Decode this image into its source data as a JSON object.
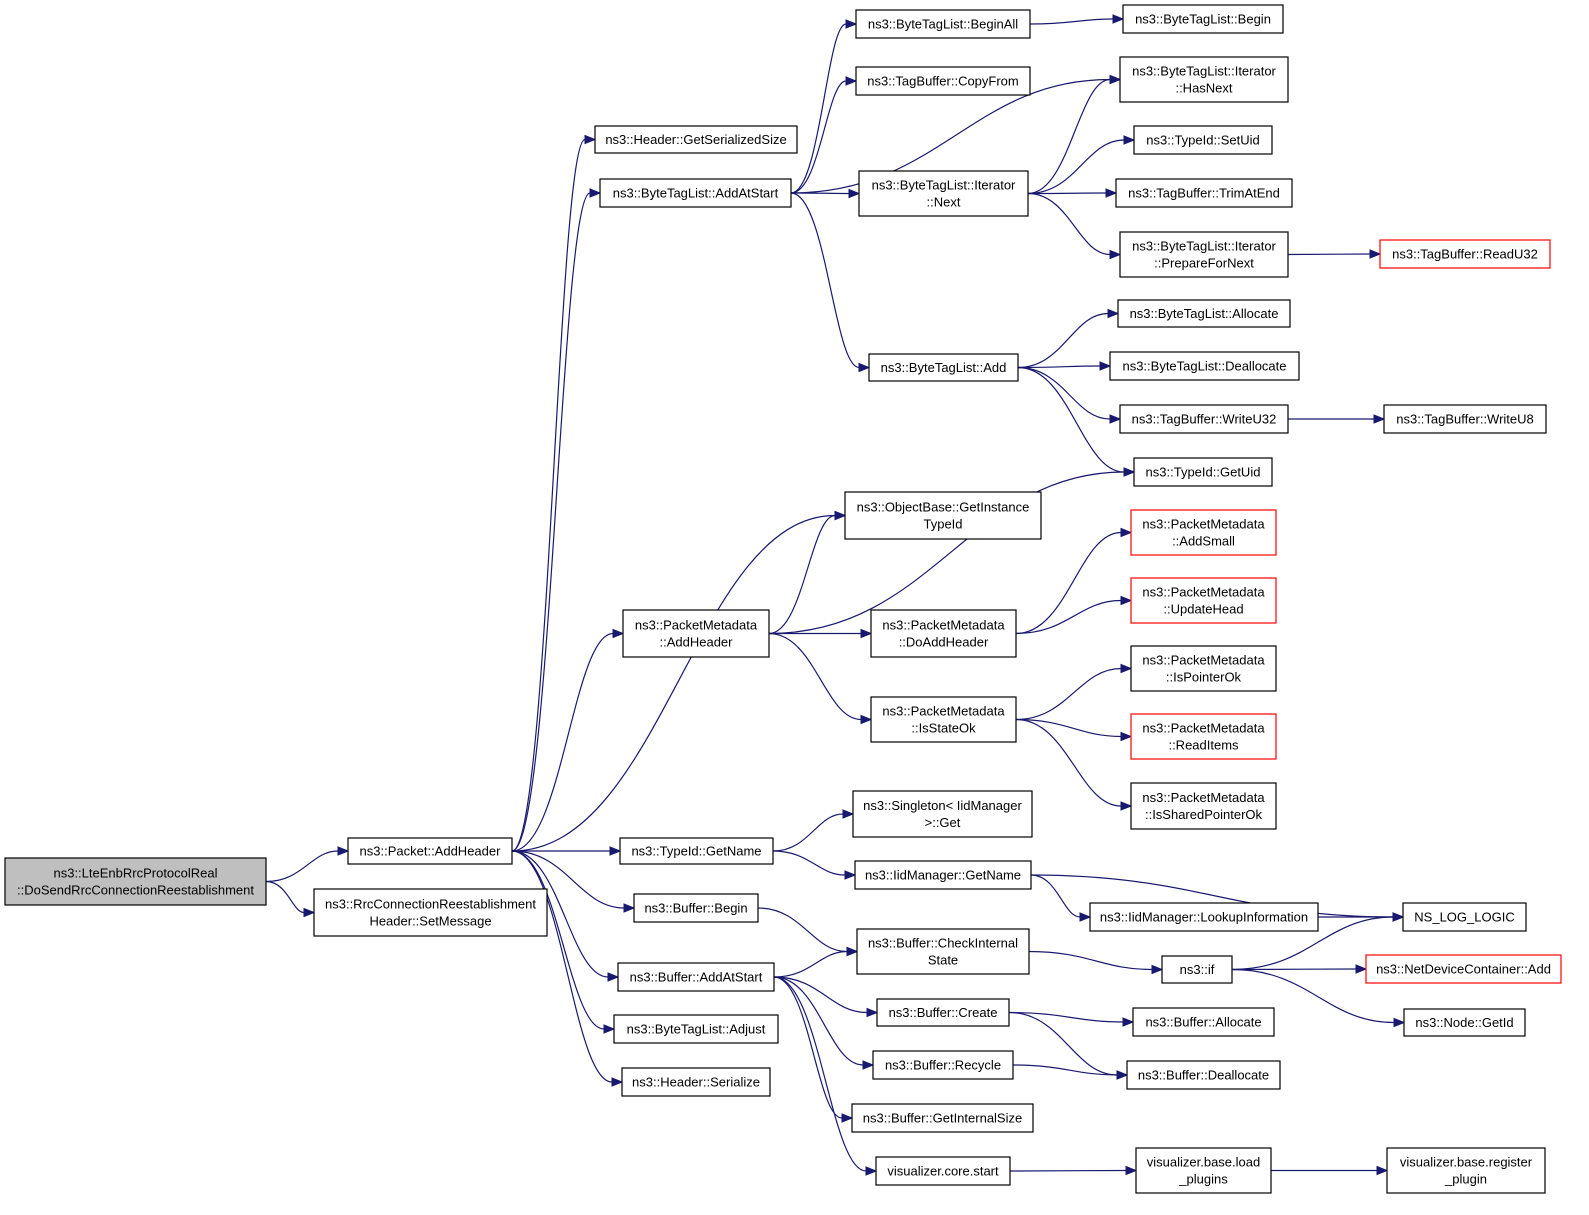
{
  "diagram": {
    "type": "call-graph",
    "colors": {
      "edge": "#191970",
      "node_border": "#000000",
      "incomplete_node_border": "#ff0000",
      "root_fill": "#bfbfbf",
      "node_fill": "#ffffff"
    },
    "nodes": [
      {
        "id": "root",
        "lines": [
          "ns3::LteEnbRrcProtocolReal",
          "::DoSendRrcConnectionReestablishment"
        ],
        "style": "root"
      },
      {
        "id": "addHeader",
        "lines": [
          "ns3::Packet::AddHeader"
        ]
      },
      {
        "id": "setMessage",
        "lines": [
          "ns3::RrcConnectionReestablishment",
          "Header::SetMessage"
        ]
      },
      {
        "id": "getSerializedSize",
        "lines": [
          "ns3::Header::GetSerializedSize"
        ]
      },
      {
        "id": "btlAddAtStart",
        "lines": [
          "ns3::ByteTagList::AddAtStart"
        ]
      },
      {
        "id": "btlBeginAll",
        "lines": [
          "ns3::ByteTagList::BeginAll"
        ]
      },
      {
        "id": "btlBegin",
        "lines": [
          "ns3::ByteTagList::Begin"
        ]
      },
      {
        "id": "tbCopyFrom",
        "lines": [
          "ns3::TagBuffer::CopyFrom"
        ]
      },
      {
        "id": "itHasNext",
        "lines": [
          "ns3::ByteTagList::Iterator",
          "::HasNext"
        ]
      },
      {
        "id": "itNext",
        "lines": [
          "ns3::ByteTagList::Iterator",
          "::Next"
        ]
      },
      {
        "id": "tidSetUid",
        "lines": [
          "ns3::TypeId::SetUid"
        ]
      },
      {
        "id": "tbTrimAtEnd",
        "lines": [
          "ns3::TagBuffer::TrimAtEnd"
        ]
      },
      {
        "id": "itPrepareForNext",
        "lines": [
          "ns3::ByteTagList::Iterator",
          "::PrepareForNext"
        ]
      },
      {
        "id": "tbReadU32",
        "lines": [
          "ns3::TagBuffer::ReadU32"
        ],
        "style": "red"
      },
      {
        "id": "btlAdd",
        "lines": [
          "ns3::ByteTagList::Add"
        ]
      },
      {
        "id": "btlAllocate",
        "lines": [
          "ns3::ByteTagList::Allocate"
        ]
      },
      {
        "id": "btlDeallocate",
        "lines": [
          "ns3::ByteTagList::Deallocate"
        ]
      },
      {
        "id": "tbWriteU32",
        "lines": [
          "ns3::TagBuffer::WriteU32"
        ]
      },
      {
        "id": "tbWriteU8",
        "lines": [
          "ns3::TagBuffer::WriteU8"
        ]
      },
      {
        "id": "tidGetUid",
        "lines": [
          "ns3::TypeId::GetUid"
        ]
      },
      {
        "id": "obGetInstanceTypeId",
        "lines": [
          "ns3::ObjectBase::GetInstance",
          "TypeId"
        ]
      },
      {
        "id": "pmAddHeader",
        "lines": [
          "ns3::PacketMetadata",
          "::AddHeader"
        ]
      },
      {
        "id": "pmAddSmall",
        "lines": [
          "ns3::PacketMetadata",
          "::AddSmall"
        ],
        "style": "red"
      },
      {
        "id": "pmDoAddHeader",
        "lines": [
          "ns3::PacketMetadata",
          "::DoAddHeader"
        ]
      },
      {
        "id": "pmUpdateHead",
        "lines": [
          "ns3::PacketMetadata",
          "::UpdateHead"
        ],
        "style": "red"
      },
      {
        "id": "pmIsPointerOk",
        "lines": [
          "ns3::PacketMetadata",
          "::IsPointerOk"
        ]
      },
      {
        "id": "pmIsStateOk",
        "lines": [
          "ns3::PacketMetadata",
          "::IsStateOk"
        ]
      },
      {
        "id": "pmReadItems",
        "lines": [
          "ns3::PacketMetadata",
          "::ReadItems"
        ],
        "style": "red"
      },
      {
        "id": "pmIsSharedPointerOk",
        "lines": [
          "ns3::PacketMetadata",
          "::IsSharedPointerOk"
        ]
      },
      {
        "id": "singletonGet",
        "lines": [
          "ns3::Singleton< IidManager",
          " >::Get"
        ]
      },
      {
        "id": "tidGetName",
        "lines": [
          "ns3::TypeId::GetName"
        ]
      },
      {
        "id": "iidGetName",
        "lines": [
          "ns3::IidManager::GetName"
        ]
      },
      {
        "id": "iidLookup",
        "lines": [
          "ns3::IidManager::LookupInformation"
        ]
      },
      {
        "id": "nsLogLogic",
        "lines": [
          "NS_LOG_LOGIC"
        ]
      },
      {
        "id": "bufBegin",
        "lines": [
          "ns3::Buffer::Begin"
        ]
      },
      {
        "id": "bufCheckInternal",
        "lines": [
          "ns3::Buffer::CheckInternal",
          "State"
        ]
      },
      {
        "id": "ns3if",
        "lines": [
          "ns3::if"
        ]
      },
      {
        "id": "ndcAdd",
        "lines": [
          "ns3::NetDeviceContainer::Add"
        ],
        "style": "red"
      },
      {
        "id": "nodeGetId",
        "lines": [
          "ns3::Node::GetId"
        ]
      },
      {
        "id": "bufAddAtStart",
        "lines": [
          "ns3::Buffer::AddAtStart"
        ]
      },
      {
        "id": "bufCreate",
        "lines": [
          "ns3::Buffer::Create"
        ]
      },
      {
        "id": "bufAllocate",
        "lines": [
          "ns3::Buffer::Allocate"
        ]
      },
      {
        "id": "btlAdjust",
        "lines": [
          "ns3::ByteTagList::Adjust"
        ]
      },
      {
        "id": "bufRecycle",
        "lines": [
          "ns3::Buffer::Recycle"
        ]
      },
      {
        "id": "bufDeallocate",
        "lines": [
          "ns3::Buffer::Deallocate"
        ]
      },
      {
        "id": "headerSerialize",
        "lines": [
          "ns3::Header::Serialize"
        ]
      },
      {
        "id": "bufGetInternalSize",
        "lines": [
          "ns3::Buffer::GetInternalSize"
        ]
      },
      {
        "id": "vizCoreStart",
        "lines": [
          "visualizer.core.start"
        ]
      },
      {
        "id": "vizLoadPlugins",
        "lines": [
          "visualizer.base.load",
          "_plugins"
        ]
      },
      {
        "id": "vizRegisterPlugin",
        "lines": [
          "visualizer.base.register",
          "_plugin"
        ]
      }
    ],
    "edges": [
      {
        "from": "root",
        "to": "addHeader"
      },
      {
        "from": "root",
        "to": "setMessage"
      },
      {
        "from": "addHeader",
        "to": "getSerializedSize"
      },
      {
        "from": "addHeader",
        "to": "btlAddAtStart"
      },
      {
        "from": "addHeader",
        "to": "obGetInstanceTypeId"
      },
      {
        "from": "addHeader",
        "to": "pmAddHeader"
      },
      {
        "from": "addHeader",
        "to": "tidGetName"
      },
      {
        "from": "addHeader",
        "to": "bufBegin"
      },
      {
        "from": "addHeader",
        "to": "bufAddAtStart"
      },
      {
        "from": "addHeader",
        "to": "btlAdjust"
      },
      {
        "from": "addHeader",
        "to": "headerSerialize"
      },
      {
        "from": "btlAddAtStart",
        "to": "btlBeginAll"
      },
      {
        "from": "btlAddAtStart",
        "to": "tbCopyFrom"
      },
      {
        "from": "btlAddAtStart",
        "to": "itHasNext"
      },
      {
        "from": "btlAddAtStart",
        "to": "itNext"
      },
      {
        "from": "btlAddAtStart",
        "to": "btlAdd"
      },
      {
        "from": "btlBeginAll",
        "to": "btlBegin"
      },
      {
        "from": "itNext",
        "to": "itHasNext"
      },
      {
        "from": "itNext",
        "to": "tidSetUid"
      },
      {
        "from": "itNext",
        "to": "tbTrimAtEnd"
      },
      {
        "from": "itNext",
        "to": "itPrepareForNext"
      },
      {
        "from": "itPrepareForNext",
        "to": "tbReadU32"
      },
      {
        "from": "btlAdd",
        "to": "btlAllocate"
      },
      {
        "from": "btlAdd",
        "to": "btlDeallocate"
      },
      {
        "from": "btlAdd",
        "to": "tbWriteU32"
      },
      {
        "from": "btlAdd",
        "to": "tidGetUid"
      },
      {
        "from": "tbWriteU32",
        "to": "tbWriteU8"
      },
      {
        "from": "pmAddHeader",
        "to": "obGetInstanceTypeId"
      },
      {
        "from": "pmAddHeader",
        "to": "tidGetUid"
      },
      {
        "from": "pmAddHeader",
        "to": "pmDoAddHeader"
      },
      {
        "from": "pmAddHeader",
        "to": "pmIsStateOk"
      },
      {
        "from": "pmDoAddHeader",
        "to": "pmAddSmall"
      },
      {
        "from": "pmDoAddHeader",
        "to": "pmUpdateHead"
      },
      {
        "from": "pmIsStateOk",
        "to": "pmIsPointerOk"
      },
      {
        "from": "pmIsStateOk",
        "to": "pmReadItems"
      },
      {
        "from": "pmIsStateOk",
        "to": "pmIsSharedPointerOk"
      },
      {
        "from": "tidGetName",
        "to": "singletonGet"
      },
      {
        "from": "tidGetName",
        "to": "iidGetName"
      },
      {
        "from": "iidGetName",
        "to": "iidLookup"
      },
      {
        "from": "iidGetName",
        "to": "nsLogLogic"
      },
      {
        "from": "iidLookup",
        "to": "nsLogLogic"
      },
      {
        "from": "bufBegin",
        "to": "bufCheckInternal"
      },
      {
        "from": "bufCheckInternal",
        "to": "ns3if"
      },
      {
        "from": "ns3if",
        "to": "nsLogLogic"
      },
      {
        "from": "ns3if",
        "to": "ndcAdd"
      },
      {
        "from": "ns3if",
        "to": "nodeGetId"
      },
      {
        "from": "bufAddAtStart",
        "to": "bufCheckInternal"
      },
      {
        "from": "bufAddAtStart",
        "to": "bufCreate"
      },
      {
        "from": "bufAddAtStart",
        "to": "bufRecycle"
      },
      {
        "from": "bufAddAtStart",
        "to": "bufGetInternalSize"
      },
      {
        "from": "bufAddAtStart",
        "to": "vizCoreStart"
      },
      {
        "from": "bufCreate",
        "to": "bufAllocate"
      },
      {
        "from": "bufCreate",
        "to": "bufDeallocate"
      },
      {
        "from": "bufRecycle",
        "to": "bufDeallocate"
      },
      {
        "from": "vizCoreStart",
        "to": "vizLoadPlugins"
      },
      {
        "from": "vizLoadPlugins",
        "to": "vizRegisterPlugin"
      }
    ]
  }
}
